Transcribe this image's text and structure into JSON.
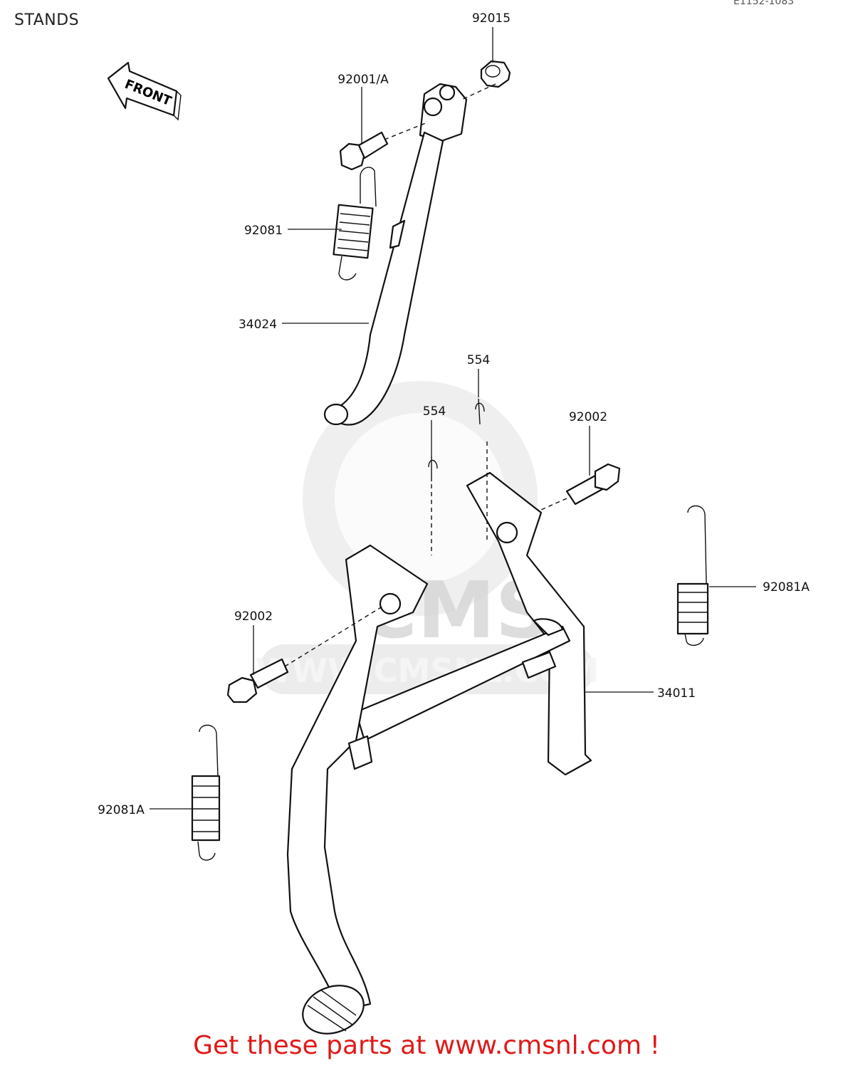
{
  "header": {
    "title": "STANDS",
    "corner_text": "E1152-1083"
  },
  "front_arrow": {
    "label": "FRONT"
  },
  "watermark": {
    "logo_text": "CMS",
    "url_text": "WWW.CMSNL.COM"
  },
  "callouts": [
    {
      "id": "c-92015",
      "label": "92015"
    },
    {
      "id": "c-92001a",
      "label": "92001/A"
    },
    {
      "id": "c-92081",
      "label": "92081"
    },
    {
      "id": "c-34024",
      "label": "34024"
    },
    {
      "id": "c-554-top",
      "label": "554"
    },
    {
      "id": "c-554-mid",
      "label": "554"
    },
    {
      "id": "c-92002-right",
      "label": "92002"
    },
    {
      "id": "c-92081a-right",
      "label": "92081A"
    },
    {
      "id": "c-92002-left",
      "label": "92002"
    },
    {
      "id": "c-34011",
      "label": "34011"
    },
    {
      "id": "c-92081a-left",
      "label": "92081A"
    }
  ],
  "footer": {
    "text": "Get these parts at www.cmsnl.com !",
    "color": "#e01919"
  }
}
